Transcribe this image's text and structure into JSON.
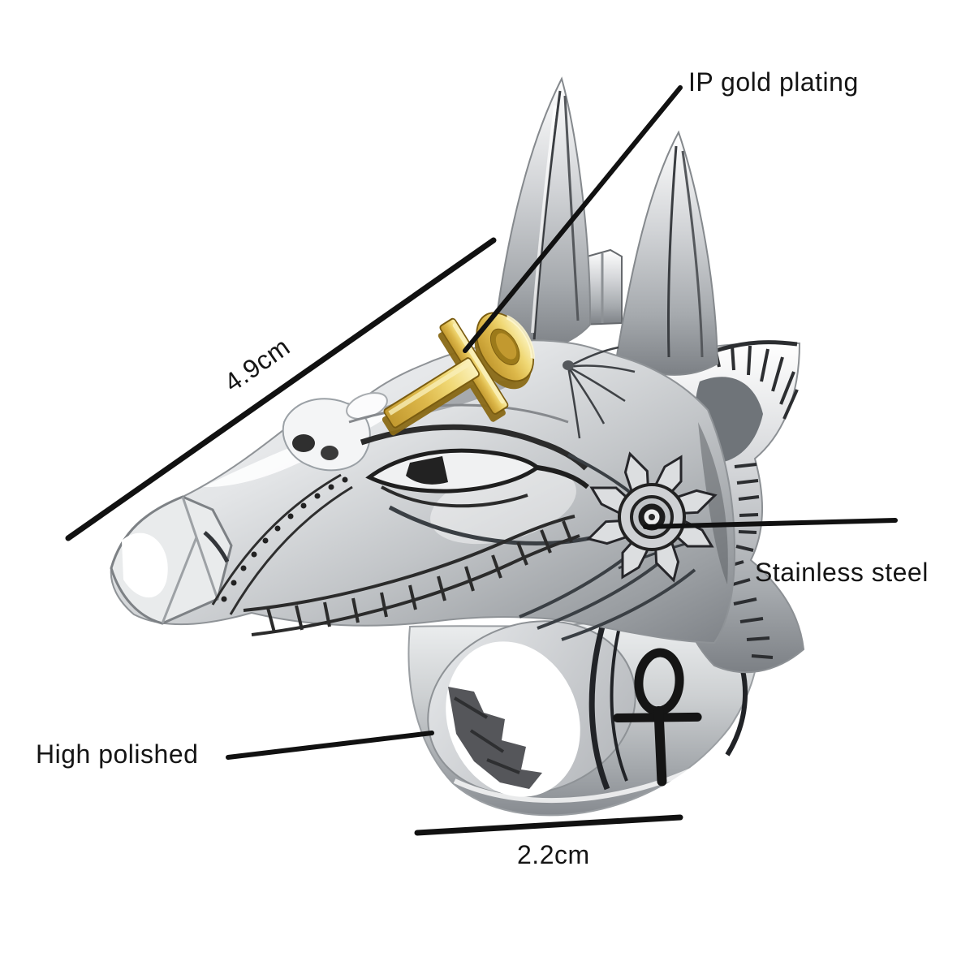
{
  "product": {
    "item": "anubis-jackal-head-ring",
    "render_style": "3d-product-render",
    "motifs": [
      "ankh",
      "lotus-rosette",
      "jackal-head",
      "ring-band"
    ]
  },
  "annotations": {
    "gold_plating": {
      "label": "IP gold plating"
    },
    "length": {
      "label": "4.9cm"
    },
    "steel": {
      "label": "Stainless steel"
    },
    "polish": {
      "label": "High polished"
    },
    "width": {
      "label": "2.2cm"
    }
  },
  "colors": {
    "background": "#ffffff",
    "annotation_line": "#111111",
    "annotation_text": "#151515",
    "gold": "#ddb84a",
    "gold_highlight": "#fbf2bd",
    "gold_shadow": "#8a6a16",
    "steel_highlight": "#ffffff",
    "steel_light": "#e3e5e7",
    "steel_mid": "#c2c5c8",
    "steel_dark": "#7e8287",
    "engraving": "#1c1c1c",
    "rough_patch": "#55565a"
  }
}
